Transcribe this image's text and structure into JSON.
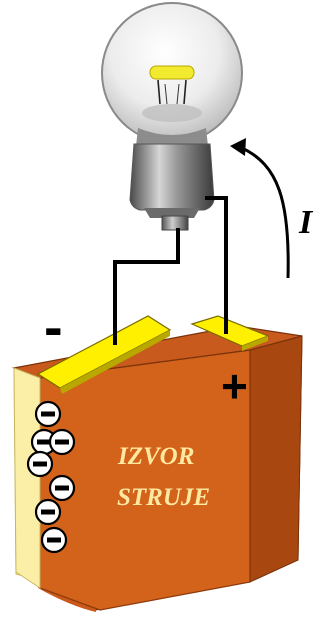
{
  "labels": {
    "current": "I",
    "source_line1": "IZVOR",
    "source_line2": "STRUJE",
    "minus_terminal": "-",
    "plus_terminal": "+"
  },
  "electrons": {
    "count": 7,
    "symbol": "−"
  },
  "colors": {
    "battery_front": "#D2601A",
    "battery_front_dark": "#A8460E",
    "battery_side": "#FBEFA8",
    "terminal_yellow": "#FFF000",
    "wire": "#000000",
    "label_text": "#FFE9A0",
    "bulb_glass": "#E9E9E9",
    "filament": "#F2EA2E",
    "base_metal": "#7D7D7D"
  }
}
